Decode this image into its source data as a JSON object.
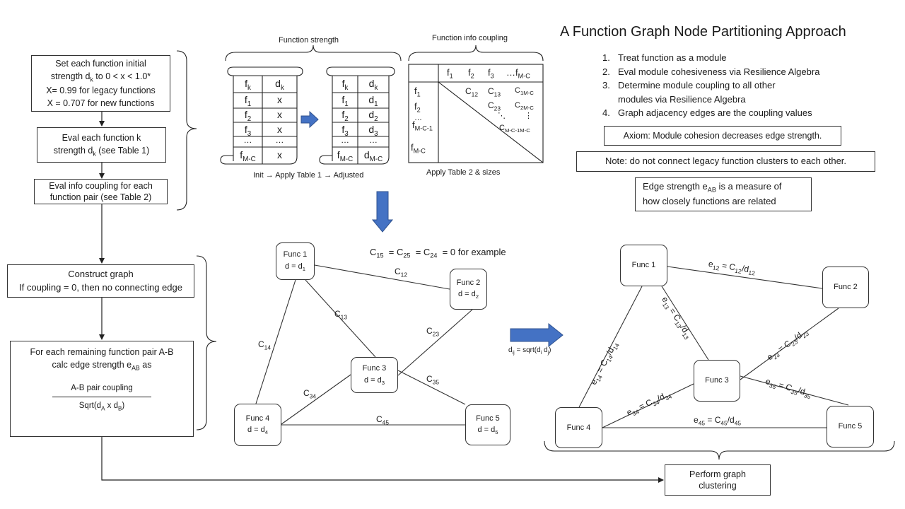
{
  "title": "A Function Graph Node Partitioning Approach",
  "steps": [
    {
      "n": "1.",
      "text": "Treat function as a module"
    },
    {
      "n": "2.",
      "text": "Eval module cohesiveness via Resilience Algebra"
    },
    {
      "n": "3.",
      "text": "Determine module coupling to all other"
    },
    {
      "n": "",
      "text": "modules via Resilience Algebra"
    },
    {
      "n": "4.",
      "text": "Graph adjacency edges are the coupling values"
    }
  ],
  "axiom": "Axiom: Module cohesion decreases edge strength.",
  "note": "Note: do not connect legacy function clusters to each other.",
  "edge_def": {
    "line1_prefix": "Edge strength e",
    "line1_sub": "AB",
    "line1_suffix": " is a measure of",
    "line2": "how closely functions are related"
  },
  "flow": {
    "init": {
      "l1": "Set each function initial",
      "l2_a": "strength d",
      "l2_sub": "k",
      "l2_b": " to 0 < x < 1.0*",
      "l3": "X= 0.99 for legacy functions",
      "l4": "X = 0.707 for new functions"
    },
    "eval_strength": {
      "l1": "Eval each function k",
      "l2_a": "strength d",
      "l2_sub": "k",
      "l2_b": " (see Table 1)"
    },
    "eval_coupling": {
      "l1": "Eval info coupling for each",
      "l2": "function pair (see Table 2)"
    },
    "construct": {
      "l1": "Construct graph",
      "l2": "If coupling = 0, then no connecting edge"
    },
    "edge_calc": {
      "l1": "For each remaining  function pair A-B",
      "l2_a": "calc edge strength e",
      "l2_sub": "AB",
      "l2_b": " as",
      "num": "A-B pair coupling",
      "den_a": "Sqrt(d",
      "den_s1": "A",
      "den_b": " x d",
      "den_s2": "B",
      "den_c": ")"
    },
    "cluster": {
      "l1": "Perform graph",
      "l2": "clustering"
    }
  },
  "tables": {
    "strength_title": "Function strength",
    "t1_init": {
      "h": [
        "f",
        "d"
      ],
      "h_sub": [
        "k",
        "k"
      ],
      "rows": [
        [
          "f",
          "1",
          "x"
        ],
        [
          "f",
          "2",
          "x"
        ],
        [
          "f",
          "3",
          "x"
        ],
        [
          "…",
          "",
          "…"
        ],
        [
          "f",
          "M-C",
          "x"
        ]
      ]
    },
    "t1_adj": {
      "h": [
        "f",
        "d"
      ],
      "h_sub": [
        "k",
        "k"
      ],
      "rows": [
        [
          "f",
          "1",
          "d",
          "1"
        ],
        [
          "f",
          "2",
          "d",
          "2"
        ],
        [
          "f",
          "3",
          "d",
          "3"
        ],
        [
          "…",
          "",
          "…",
          ""
        ],
        [
          "f",
          "M-C",
          "d",
          "M-C"
        ]
      ]
    },
    "t1_caption": {
      "a": "Init",
      "b": "Apply Table 1",
      "c": "Adjusted"
    },
    "coupling_title": "Function info coupling",
    "t2_cols": [
      [
        "f",
        "1"
      ],
      [
        "f",
        "2"
      ],
      [
        "f",
        "3"
      ],
      [
        "…f",
        "M-C"
      ]
    ],
    "t2_rows": [
      [
        "f",
        "1"
      ],
      [
        "f",
        "2"
      ],
      [
        "…",
        ""
      ],
      [
        "f",
        "M-C-1"
      ],
      [
        "f",
        "M-C"
      ]
    ],
    "t2_cells": [
      [
        "C",
        "12"
      ],
      [
        "C",
        "13"
      ],
      [
        "C",
        "1M-C"
      ],
      [
        "C",
        "23"
      ],
      [
        "C",
        "2M-C"
      ],
      [
        "C",
        "M-C-1M-C"
      ]
    ],
    "t2_caption": "Apply Table 2 & sizes"
  },
  "graph1": {
    "note": "C",
    "note_full": {
      "a": "C",
      "s1": "15",
      "b": "= C",
      "s2": "25",
      "c": "= C",
      "s3": "24",
      "d": "= 0 for example"
    },
    "nodes": [
      {
        "name": "Func 1",
        "d": "d = d",
        "sub": "1"
      },
      {
        "name": "Func 2",
        "d": "d = d",
        "sub": "2"
      },
      {
        "name": "Func 3",
        "d": "d = d",
        "sub": "3"
      },
      {
        "name": "Func 4",
        "d": "d = d",
        "sub": "4"
      },
      {
        "name": "Func 5",
        "d": "d = d",
        "sub": "5"
      }
    ],
    "edges": [
      [
        "C",
        "12"
      ],
      [
        "C",
        "13"
      ],
      [
        "C",
        "14"
      ],
      [
        "C",
        "23"
      ],
      [
        "C",
        "34"
      ],
      [
        "C",
        "35"
      ],
      [
        "C",
        "45"
      ]
    ]
  },
  "dij": {
    "a": "d",
    "s1": "ij",
    "b": " = sqrt(d",
    "s2": "i",
    "c": " d",
    "s3": "j",
    "d": ")"
  },
  "graph2": {
    "nodes": [
      "Func 1",
      "Func 2",
      "Func 3",
      "Func 4",
      "Func 5"
    ],
    "edges": [
      {
        "e": "12",
        "c": "12",
        "d": "12"
      },
      {
        "e": "13",
        "c": "13",
        "d": "13"
      },
      {
        "e": "14",
        "c": "14",
        "d": "14"
      },
      {
        "e": "23",
        "c": "23",
        "d": "23"
      },
      {
        "e": "34",
        "c": "34",
        "d": "34"
      },
      {
        "e": "35",
        "c": "35",
        "d": "35"
      },
      {
        "e": "45",
        "c": "45",
        "d": "45"
      }
    ]
  },
  "colors": {
    "arrow_fill": "#4472c4",
    "arrow_stroke": "#2f528f",
    "line": "#333333"
  }
}
